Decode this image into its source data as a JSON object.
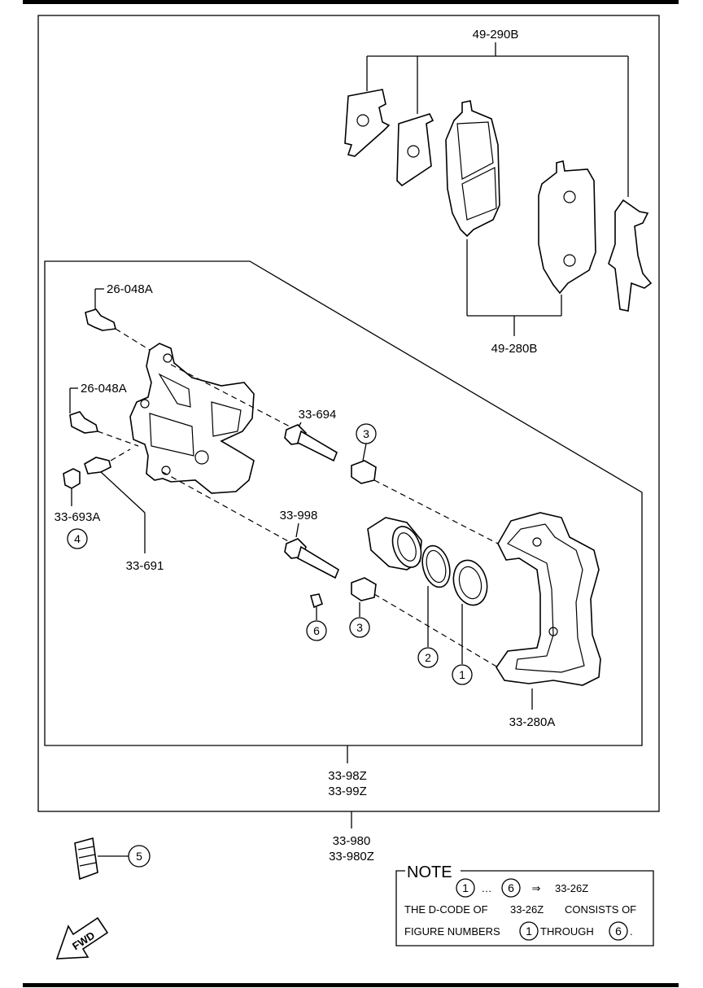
{
  "labels": {
    "pad_shims": "49-290B",
    "pads": "49-280B",
    "bolt_upper": "26-048A",
    "bolt_lower": "26-048A",
    "guide_pin_upper": "33-694",
    "guide_pin_lower": "33-998",
    "bleeder_cap": "33-693A",
    "bleeder_screw": "33-691",
    "caliper_bracket": "33-280A",
    "caliper_assy_1": "33-98Z",
    "caliper_assy_2": "33-99Z",
    "caliper_full_1": "33-980",
    "caliper_full_2": "33-980Z"
  },
  "callouts": {
    "c1": "1",
    "c2": "2",
    "c3a": "3",
    "c3b": "3",
    "c4": "4",
    "c5": "5",
    "c6": "6"
  },
  "fwd_label": "FWD",
  "note": {
    "title": "NOTE",
    "range_start": "1",
    "range_sep": "…",
    "range_end": "6",
    "arrow": "⇒",
    "kit_code": "33-26Z",
    "line2_a": "THE D-CODE OF",
    "line2_code": "33-26Z",
    "line2_b": "CONSISTS OF",
    "line3_a": "FIGURE NUMBERS",
    "line3_start": "1",
    "line3_mid": "THROUGH",
    "line3_end": "6",
    "line3_period": "."
  }
}
